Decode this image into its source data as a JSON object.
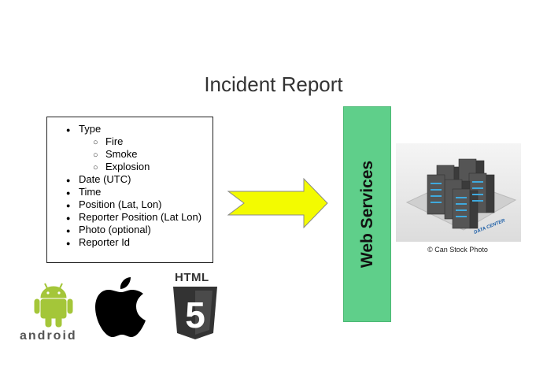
{
  "title": "Incident Report",
  "report": {
    "items": [
      {
        "label": "Type",
        "sub": [
          "Fire",
          "Smoke",
          "Explosion"
        ]
      },
      {
        "label": "Date (UTC)"
      },
      {
        "label": "Time"
      },
      {
        "label": "Position (Lat, Lon)"
      },
      {
        "label": "Reporter Position (Lat Lon)"
      },
      {
        "label": "Photo (optional)"
      },
      {
        "label": "Reporter Id"
      }
    ]
  },
  "web_services": "Web Services",
  "datacenter": {
    "label": "DATA CENTER",
    "credit": "© Can Stock Photo"
  },
  "logos": {
    "android": "android",
    "html": "HTML",
    "html_number": "5"
  },
  "colors": {
    "arrow_fill": "#f3fb00",
    "web_services_fill": "#5fcf8a",
    "android_green": "#a4c639",
    "html5_dark": "#333333"
  },
  "icons": [
    "android-icon",
    "apple-icon",
    "html5-icon",
    "arrow-icon",
    "server-icon"
  ]
}
